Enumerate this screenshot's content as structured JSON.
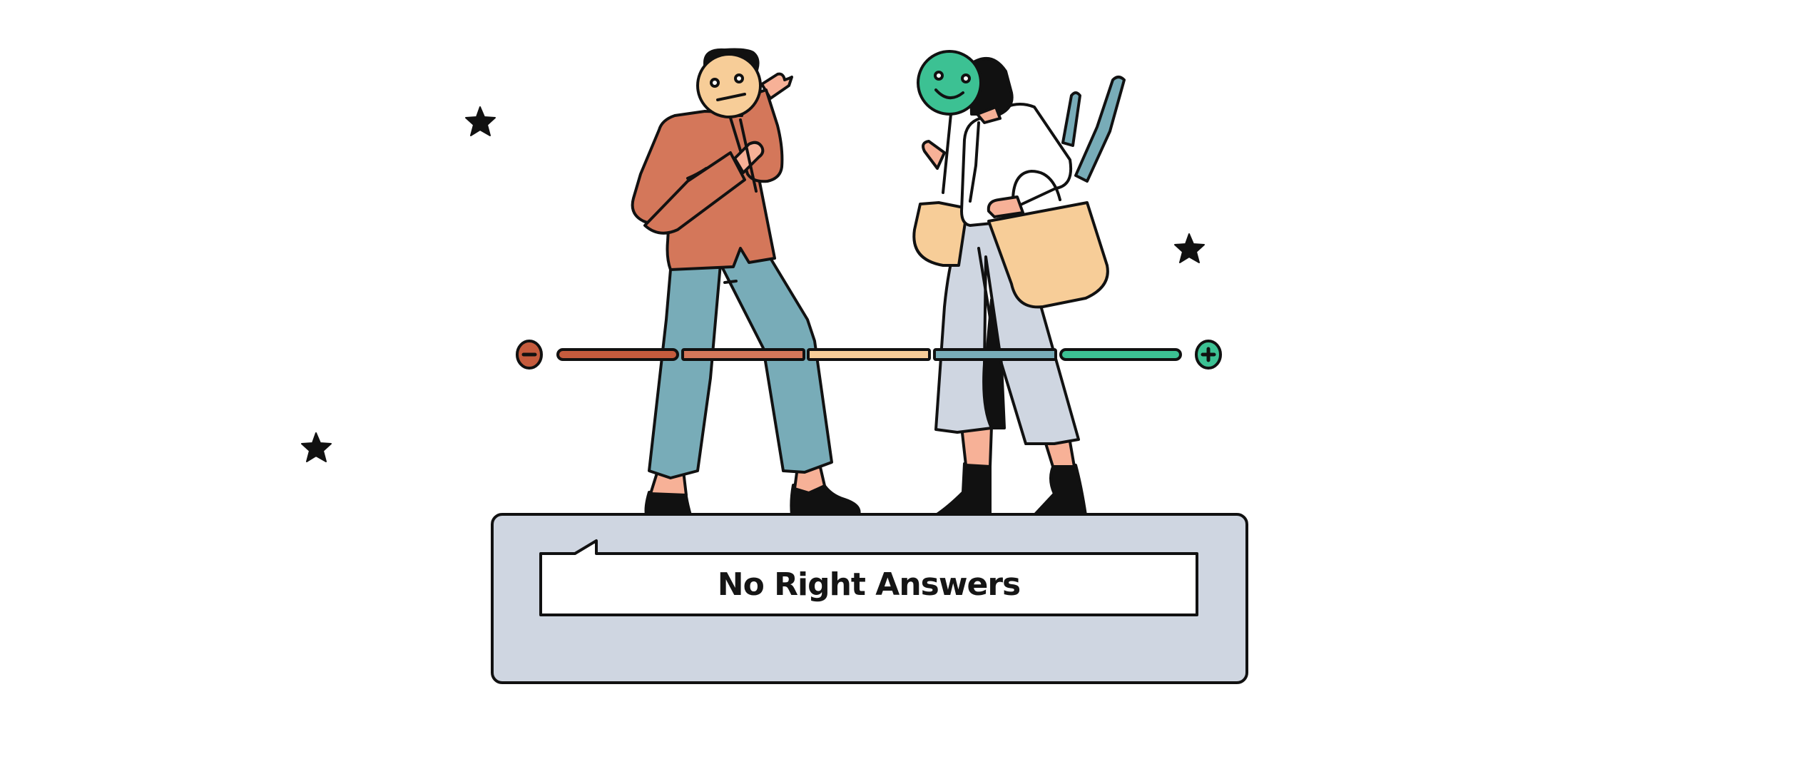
{
  "caption": {
    "title": "No Right Answers"
  },
  "scale": {
    "min_icon": "minus-icon",
    "max_icon": "plus-icon",
    "segments": [
      {
        "name": "very-negative",
        "color": "#C55B3D"
      },
      {
        "name": "negative",
        "color": "#D4775A"
      },
      {
        "name": "neutral",
        "color": "#F7CD98"
      },
      {
        "name": "positive",
        "color": "#78ACB8"
      },
      {
        "name": "very-positive",
        "color": "#3CC193"
      }
    ]
  },
  "figures": [
    {
      "name": "man",
      "mask": "neutral-face",
      "mask_color": "#F7CD98",
      "shirt_color": "#D4775A",
      "pants_color": "#78ACB8"
    },
    {
      "name": "woman",
      "mask": "smiley-face",
      "mask_color": "#3CC193",
      "top_color": "#FFFFFF",
      "pants_color": "#CFD6E1",
      "bag_color": "#F7CD98"
    }
  ],
  "colors": {
    "outline": "#111111",
    "skin": "#F7B197",
    "panel": "#CFD6E1",
    "background": "#FFFFFF"
  }
}
